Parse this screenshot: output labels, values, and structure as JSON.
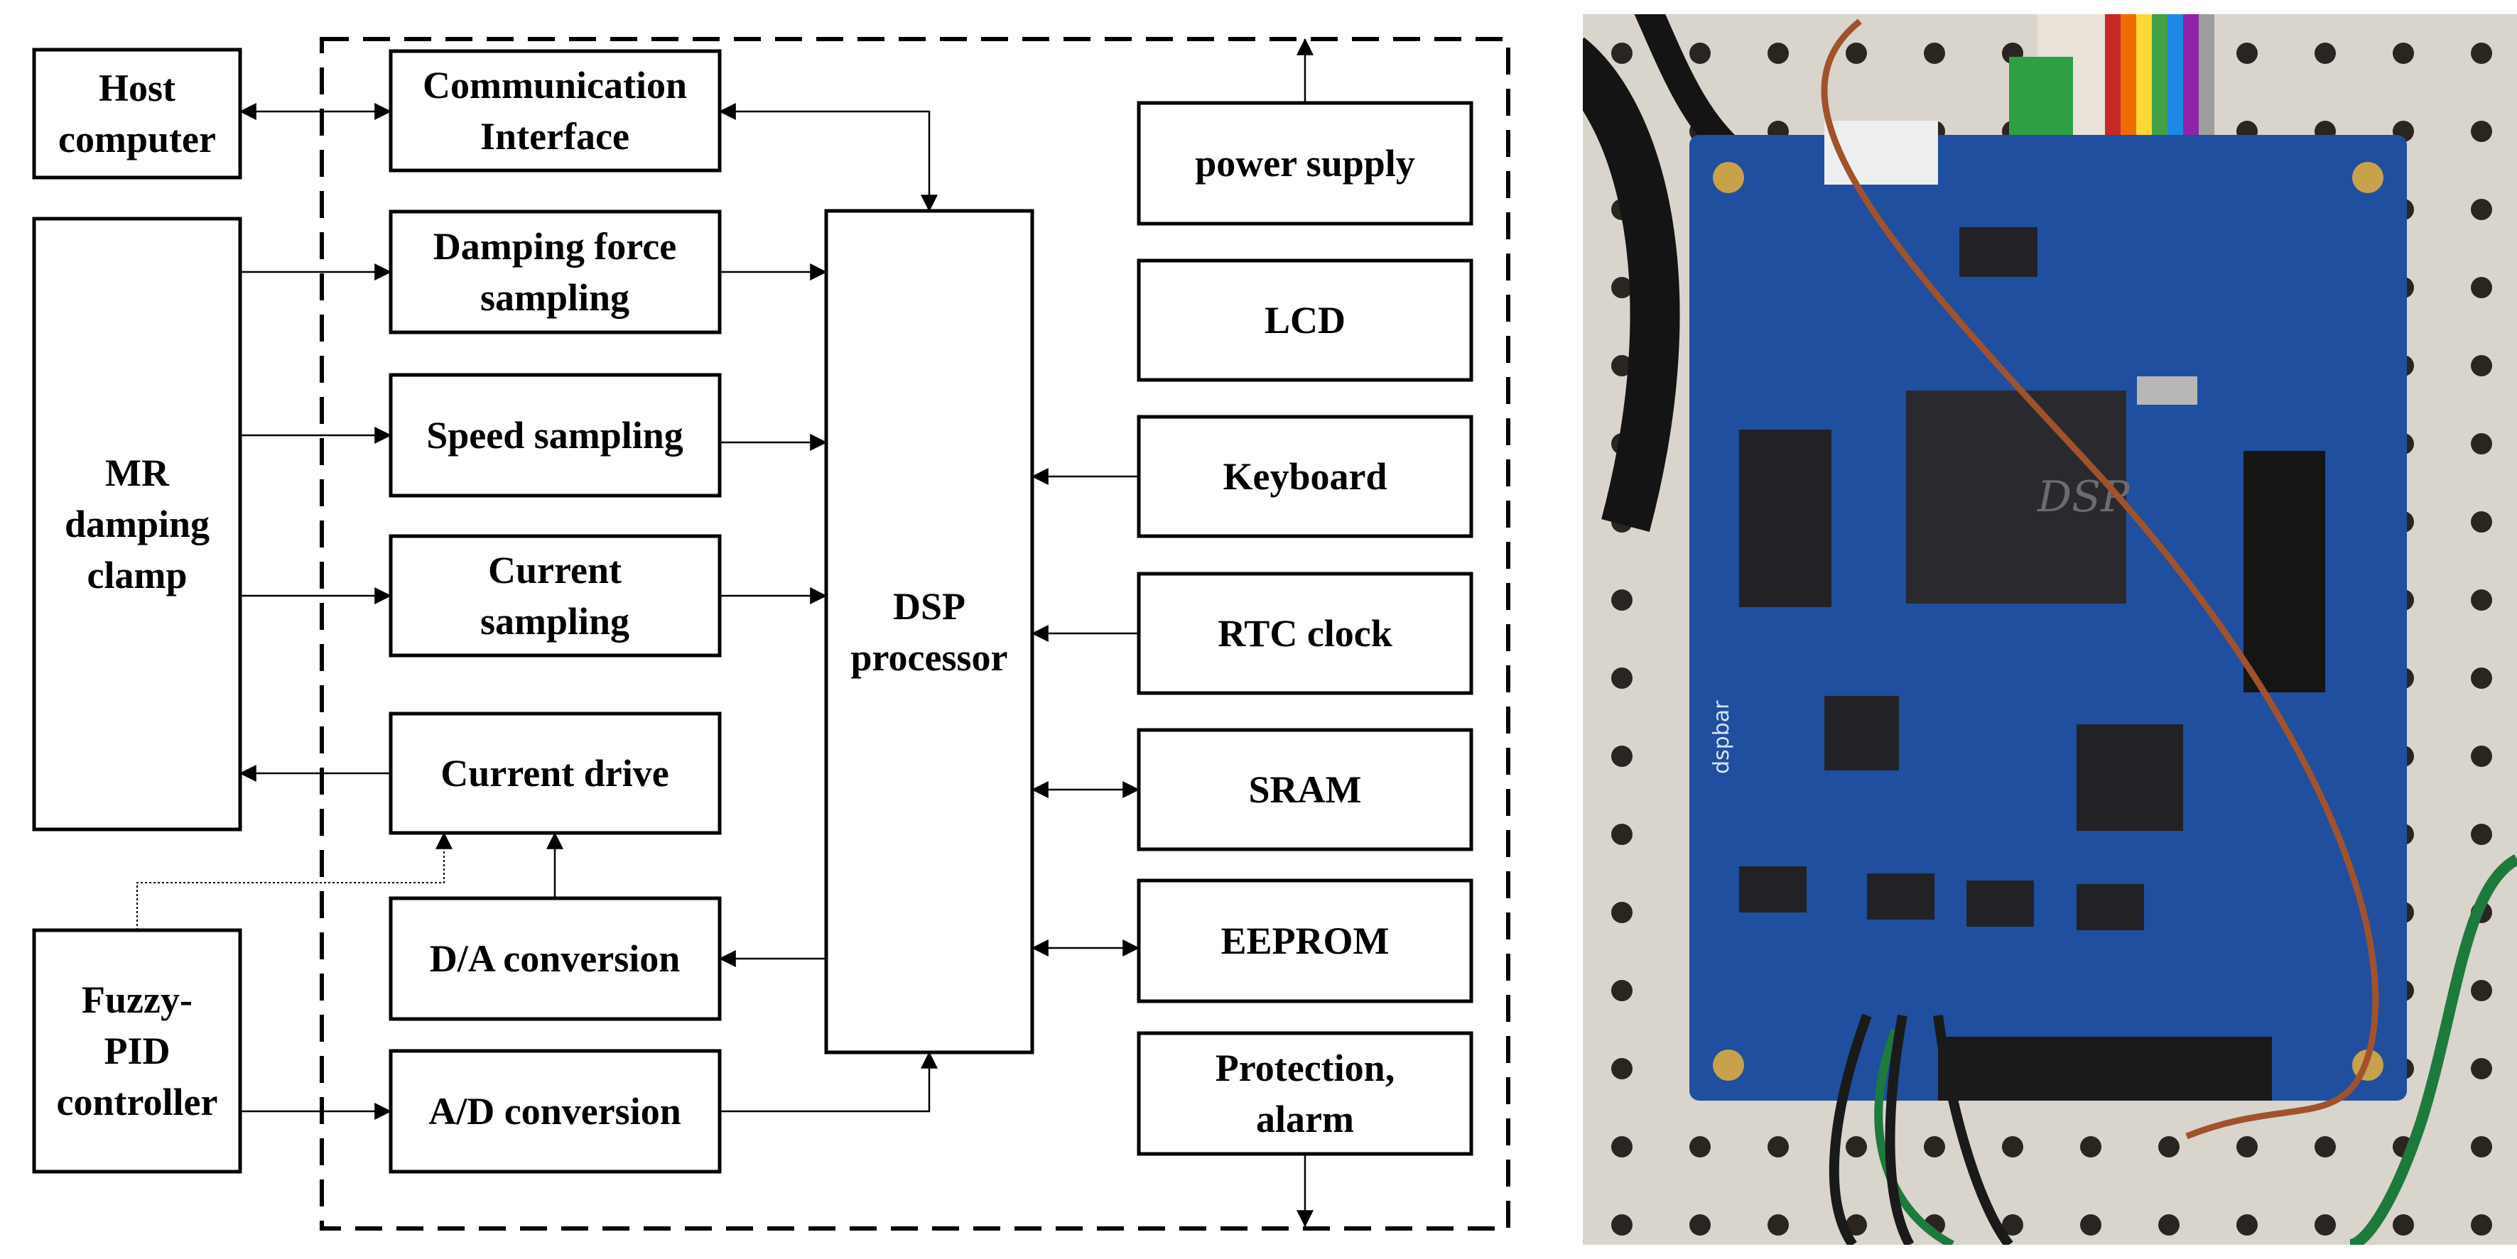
{
  "blocks": {
    "host": [
      "Host",
      "computer"
    ],
    "comm": [
      "Communication",
      "Interface"
    ],
    "damp": [
      "Damping force",
      "sampling"
    ],
    "speed": [
      "Speed sampling"
    ],
    "current": [
      "Current",
      "sampling"
    ],
    "drive": [
      "Current drive"
    ],
    "da": [
      "D/A conversion"
    ],
    "ad": [
      "A/D conversion"
    ],
    "mr": [
      "MR",
      "damping",
      "clamp"
    ],
    "fuzzy": [
      "Fuzzy-",
      "PID",
      "controller"
    ],
    "dsp": [
      "DSP",
      "processor"
    ],
    "power": [
      "power supply"
    ],
    "lcd": [
      "LCD"
    ],
    "keyboard": [
      "Keyboard"
    ],
    "rtc": [
      "RTC clock"
    ],
    "sram": [
      "SRAM"
    ],
    "eeprom": [
      "EEPROM"
    ],
    "protect": [
      "Protection,",
      "alarm"
    ]
  },
  "board": {
    "silkscreen_label": "dspbar",
    "chip_label": "DSP",
    "colors": {
      "background": "#d9d4cc",
      "pcb": "#1f4f9e",
      "chip": "#2a2a2e",
      "wire_brown": "#a0522d",
      "wire_green": "#1e7a3c"
    }
  }
}
